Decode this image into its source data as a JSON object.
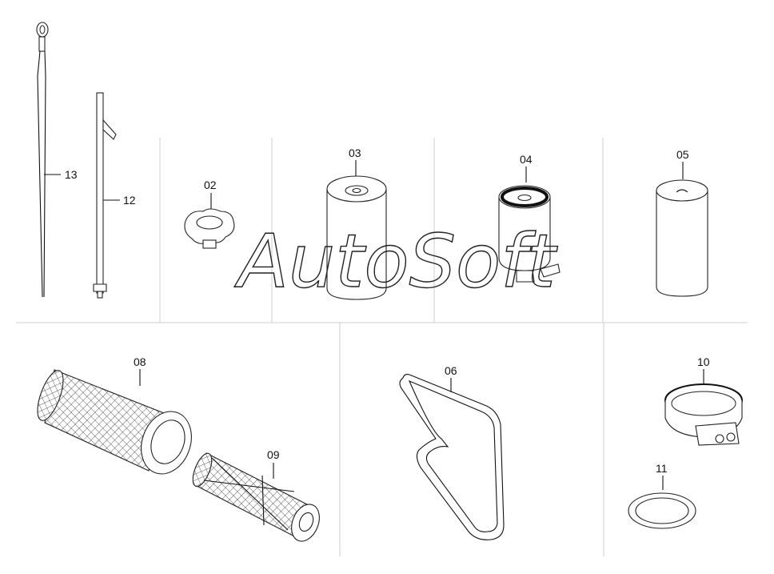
{
  "watermark": "AutoSoft",
  "callouts": [
    {
      "id": "13"
    },
    {
      "id": "12"
    },
    {
      "id": "02"
    },
    {
      "id": "03"
    },
    {
      "id": "04"
    },
    {
      "id": "05"
    },
    {
      "id": "08"
    },
    {
      "id": "09"
    },
    {
      "id": "06"
    },
    {
      "id": "10"
    },
    {
      "id": "11"
    }
  ],
  "parts": [
    {
      "callout": "13",
      "icon": "dipstick-icon"
    },
    {
      "callout": "12",
      "icon": "dipstick-tube-icon"
    },
    {
      "callout": "02",
      "icon": "oil-filler-cap-icon"
    },
    {
      "callout": "03",
      "icon": "oil-filter-icon"
    },
    {
      "callout": "04",
      "icon": "fuel-filter-with-sensor-icon"
    },
    {
      "callout": "05",
      "icon": "filter-cartridge-icon"
    },
    {
      "callout": "08",
      "icon": "air-filter-outer-element-icon"
    },
    {
      "callout": "09",
      "icon": "air-filter-inner-element-icon"
    },
    {
      "callout": "06",
      "icon": "drive-belt-icon"
    },
    {
      "callout": "10",
      "icon": "hose-clamp-icon"
    },
    {
      "callout": "11",
      "icon": "seal-ring-icon"
    }
  ],
  "colors": {
    "line": "#222222",
    "grid": "#cfcfcf",
    "background": "#ffffff"
  }
}
